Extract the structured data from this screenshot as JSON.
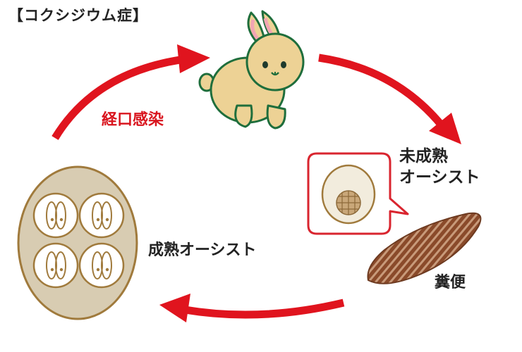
{
  "title": "【コクシジウム症】",
  "labels": {
    "oral_infection": "経口感染",
    "immature_oocyst_line1": "未成熟",
    "immature_oocyst_line2": "オーシスト",
    "mature_oocyst": "成熟オーシスト",
    "feces": "糞便"
  },
  "icons": {
    "rabbit": "rabbit-icon",
    "oocyst_mature": "mature-oocyst-icon",
    "oocyst_immature": "immature-oocyst-icon",
    "feces": "feces-icon",
    "arrow": "cycle-arrow-icon"
  },
  "colors": {
    "arrow": "#e0141e",
    "text_accent": "#d9151e",
    "text": "#222222",
    "rabbit_fill": "#edd295",
    "rabbit_outline": "#1f6e3c",
    "oocyst_fill": "#d8ccb2",
    "oocyst_outline": "#a07a3c",
    "feces_fill": "#8a4a2a",
    "callout_border": "#d9252f"
  }
}
